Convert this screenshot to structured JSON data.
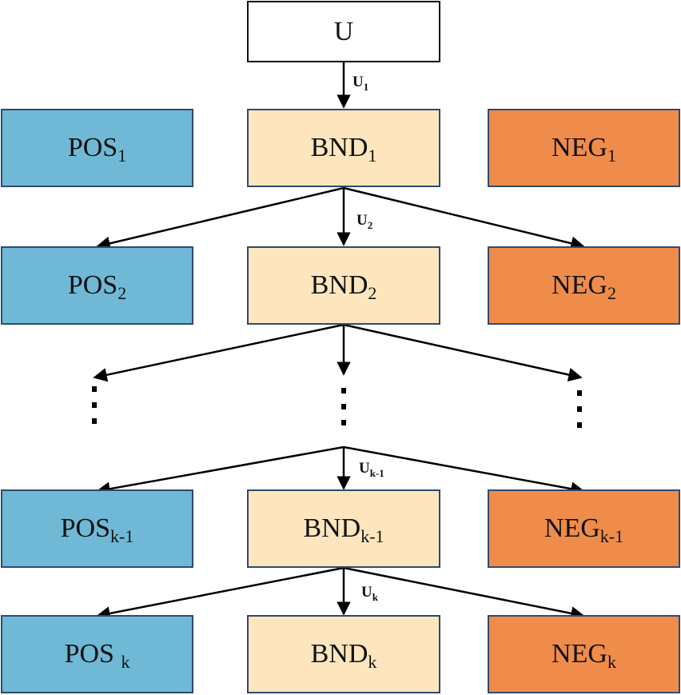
{
  "colors": {
    "pos": "#6fb9d6",
    "bnd": "#fde6bd",
    "neg": "#f08c4b",
    "top": "#ffffff",
    "line": "#000000"
  },
  "top": {
    "label": "U"
  },
  "levels": [
    {
      "pos": {
        "base": "POS",
        "sub": "1"
      },
      "bnd": {
        "base": "BND",
        "sub": "1"
      },
      "neg": {
        "base": "NEG",
        "sub": "1"
      },
      "u": {
        "base": "U",
        "sub": "1"
      }
    },
    {
      "pos": {
        "base": "POS",
        "sub": "2"
      },
      "bnd": {
        "base": "BND",
        "sub": "2"
      },
      "neg": {
        "base": "NEG",
        "sub": "2"
      },
      "u": {
        "base": "U",
        "sub": "2"
      }
    },
    {
      "pos": {
        "base": "POS",
        "sub": "k-1"
      },
      "bnd": {
        "base": "BND",
        "sub": "k-1"
      },
      "neg": {
        "base": "NEG",
        "sub": "k-1"
      },
      "u": {
        "base": "U",
        "sub": "k-1"
      }
    },
    {
      "pos": {
        "base": "POS ",
        "sub": "k"
      },
      "bnd": {
        "base": "BND",
        "sub": "k"
      },
      "neg": {
        "base": "NEG",
        "sub": "k"
      },
      "u": {
        "base": "U",
        "sub": "k"
      }
    }
  ]
}
